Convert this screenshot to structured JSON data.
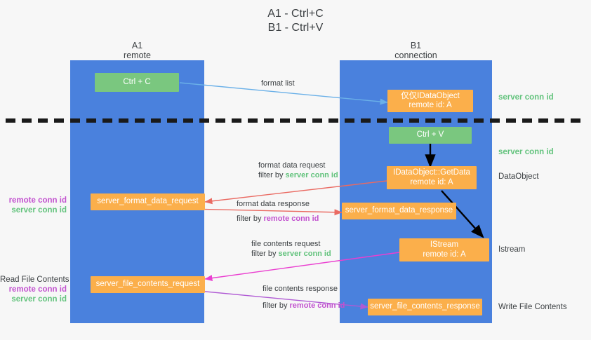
{
  "title": "A1 - Ctrl+C\nB1 - Ctrl+V",
  "colors": {
    "lane": "#4a81dd",
    "green_node": "#7ac77f",
    "orange_node": "#fbaf4b",
    "server_conn_id": "#63c37d",
    "remote_conn_id": "#c252cf",
    "background": "#f7f7f7",
    "text": "#3c4043",
    "divider": "#1a1a1a",
    "arrow_blue": "#6ab0e8",
    "arrow_red": "#ea6a62",
    "arrow_magenta": "#ea3fd0",
    "arrow_purple": "#b05ad4",
    "arrow_black": "#000000"
  },
  "lanes": [
    {
      "name": "a1",
      "title": "A1\nremote"
    },
    {
      "name": "b1",
      "title": "B1\nconnection"
    }
  ],
  "nodes": [
    {
      "name": "ctrl-c",
      "line1": "Ctrl + C",
      "line2": ""
    },
    {
      "name": "idataobject",
      "line1": "仅仅IDataObject",
      "line2": "remote id: A"
    },
    {
      "name": "ctrl-v",
      "line1": "Ctrl + V",
      "line2": ""
    },
    {
      "name": "idataobject-getdata",
      "line1": "IDataObject::GetData",
      "line2": "remote id: A"
    },
    {
      "name": "server-format-data-request",
      "line1": "server_format_data_request",
      "line2": ""
    },
    {
      "name": "server-format-data-response",
      "line1": "server_format_data_response",
      "line2": ""
    },
    {
      "name": "istream",
      "line1": "IStream",
      "line2": "remote id: A"
    },
    {
      "name": "server-file-contents-request",
      "line1": "server_file_contents_request",
      "line2": ""
    },
    {
      "name": "server-file-contents-response",
      "line1": "server_file_contents_response",
      "line2": ""
    }
  ],
  "right_labels": [
    {
      "name": "server-conn-id-top",
      "text": "server conn id",
      "style": "green"
    },
    {
      "name": "server-conn-id-second",
      "text": "server conn id",
      "style": "green"
    },
    {
      "name": "dataobject",
      "text": "DataObject",
      "style": "plain"
    },
    {
      "name": "istream",
      "text": "Istream",
      "style": "plain"
    },
    {
      "name": "write-file-contents",
      "text": "Write File Contents",
      "style": "plain"
    }
  ],
  "left_labels": {
    "format_stack": {
      "remote": "remote conn id",
      "server": "server conn id"
    },
    "file_stack": {
      "heading": "Read File Contents",
      "remote": "remote conn id",
      "server": "server conn id"
    }
  },
  "edge_labels": [
    {
      "name": "format-list",
      "line1": "format list",
      "line2": "",
      "highlight": ""
    },
    {
      "name": "format-data-request",
      "line1": "format data request",
      "line2": "filter by ",
      "highlight": "server conn id",
      "highlight_style": "g"
    },
    {
      "name": "format-data-response",
      "line1": "format data response",
      "line2": "filter by ",
      "highlight": "remote conn id",
      "highlight_style": "p"
    },
    {
      "name": "file-contents-request",
      "line1": "file contents request",
      "line2": "filter by ",
      "highlight": "server conn id",
      "highlight_style": "g"
    },
    {
      "name": "file-contents-response",
      "line1": "file contents response",
      "line2": "filter by ",
      "highlight": "remote conn id",
      "highlight_style": "p"
    }
  ]
}
